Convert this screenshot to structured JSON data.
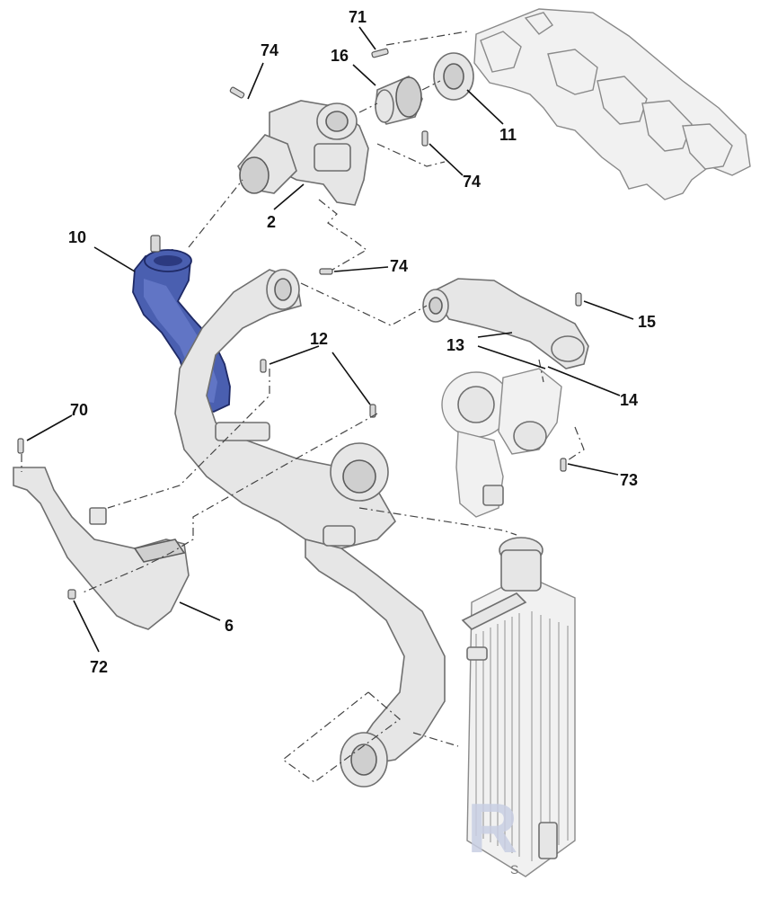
{
  "diagram": {
    "part_labels": {
      "p74a": "74",
      "p71": "71",
      "p16": "16",
      "p11": "11",
      "p74b": "74",
      "p2": "2",
      "p10": "10",
      "p74c": "74",
      "p15": "15",
      "p13": "13",
      "p12": "12",
      "p14": "14",
      "p70": "70",
      "p73": "73",
      "p6": "6",
      "p72": "72"
    },
    "highlighted_part": "10",
    "colors": {
      "highlight": "#4a5fb0",
      "part_fill": "#e6e6e6",
      "outline": "#6f6f6f"
    }
  },
  "watermark": {
    "mark_letter": "R",
    "corner_letter": "S"
  }
}
